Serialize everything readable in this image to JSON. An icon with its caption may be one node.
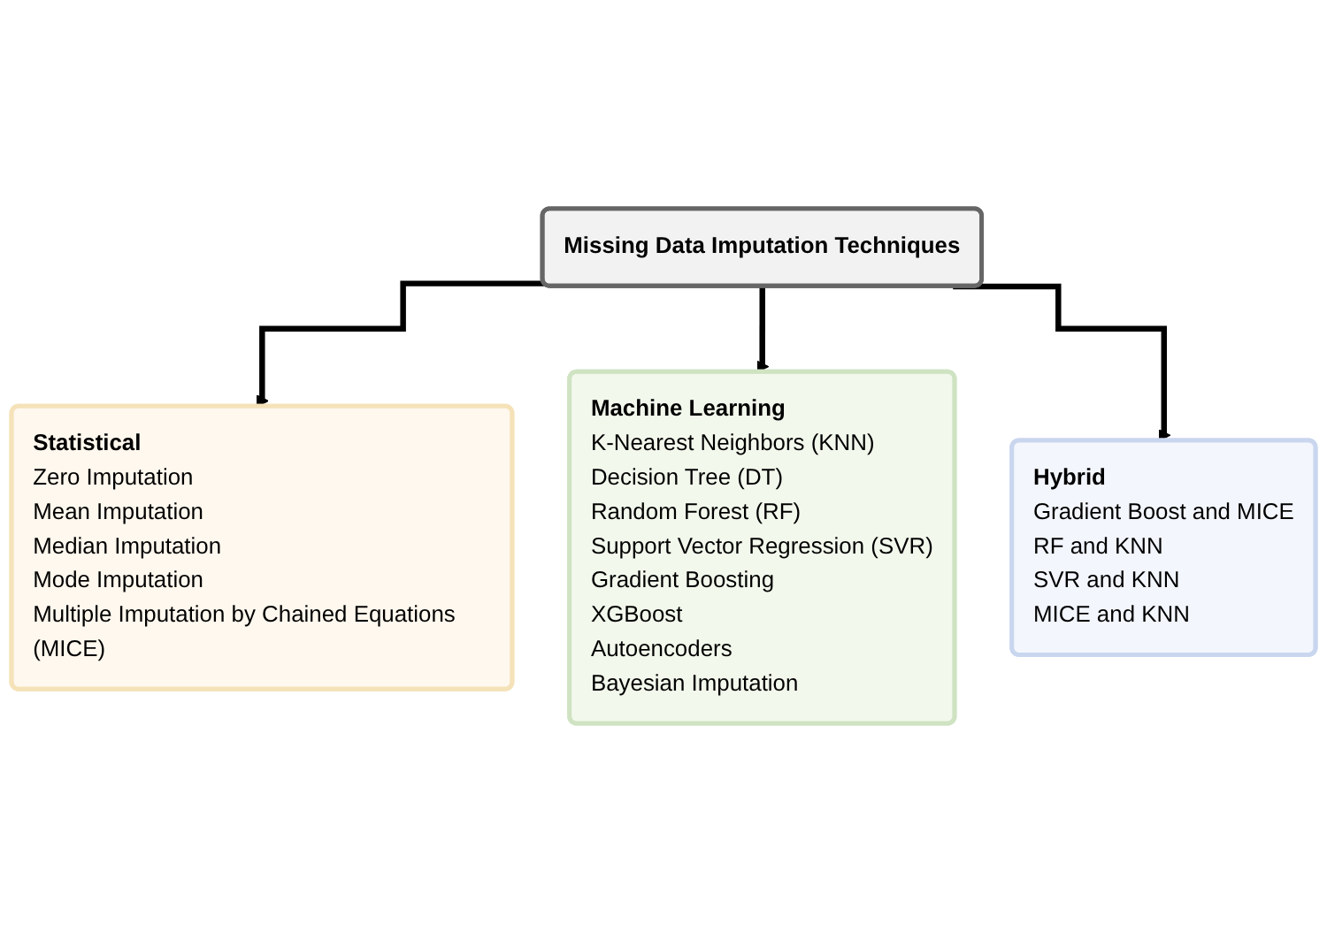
{
  "diagram": {
    "nodes": [
      {
        "text": [
          "Missing Data Imputation Techniques"
        ]
      },
      {
        "text": [
          "Statistical",
          "Zero Imputation",
          "Mean Imputation",
          "Median Imputation",
          "Mode Imputation",
          "Multiple Imputation by Chained Equations (MICE)"
        ]
      },
      {
        "text": [
          "Machine Learning",
          "K-Nearest Neighbors (KNN)",
          "Decision Tree (DT)",
          "Random Forest (RF)",
          "Support Vector Regression (SVR)",
          "Gradient Boosting",
          "XGBoost",
          "Autoencoders",
          "Bayesian Imputation"
        ]
      },
      {
        "text": [
          "Hybrid",
          "Gradient Boost and MICE",
          "RF and KNN",
          "SVR and KNN",
          "MICE and KNN"
        ]
      }
    ],
    "edges": [
      {
        "from": 0,
        "to": 1,
        "arrow": "to"
      },
      {
        "from": 0,
        "to": 2,
        "arrow": "to"
      },
      {
        "from": 0,
        "to": 3,
        "arrow": "to"
      }
    ]
  }
}
